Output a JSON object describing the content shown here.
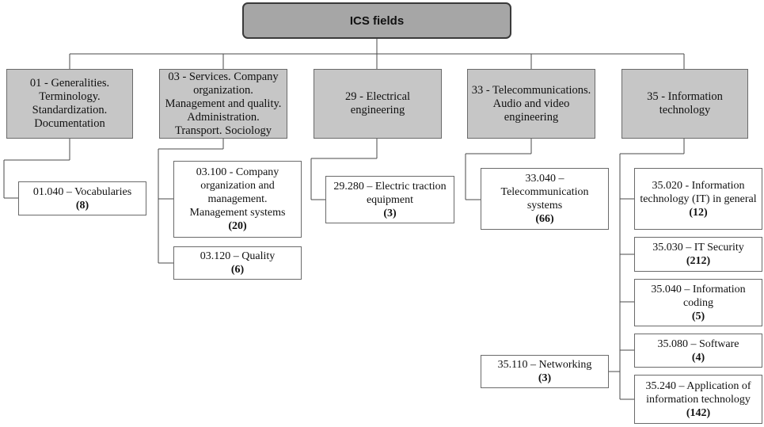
{
  "root": {
    "label": "ICS fields"
  },
  "categories": [
    {
      "label": "01 - Generalities. Terminology. Standardization. Documentation",
      "subfields": [
        {
          "label": "01.040 – Vocabularies",
          "count": "(8)"
        }
      ]
    },
    {
      "label": "03 - Services. Company organization. Management and quality. Administration. Transport. Sociology",
      "subfields": [
        {
          "label": "03.100 - Company organization and management. Management systems",
          "count": "(20)"
        },
        {
          "label": "03.120 – Quality",
          "count": "(6)"
        }
      ]
    },
    {
      "label": "29 - Electrical engineering",
      "subfields": [
        {
          "label": "29.280 – Electric traction equipment",
          "count": "(3)"
        }
      ]
    },
    {
      "label": "33 - Telecommunications. Audio and video engineering",
      "subfields": [
        {
          "label": "33.040 – Telecommunication systems",
          "count": "(66)"
        }
      ]
    },
    {
      "label": "35 - Information technology",
      "subfields": [
        {
          "label": "35.020 - Information technology (IT) in general",
          "count": "(12)"
        },
        {
          "label": "35.030 – IT Security",
          "count": "(212)"
        },
        {
          "label": "35.040 – Information coding",
          "count": "(5)"
        },
        {
          "label": "35.080 – Software",
          "count": "(4)"
        },
        {
          "label": "35.240 – Application of information technology",
          "count": "(142)"
        },
        {
          "label": "35.110 – Networking",
          "count": "(3)"
        }
      ]
    }
  ]
}
